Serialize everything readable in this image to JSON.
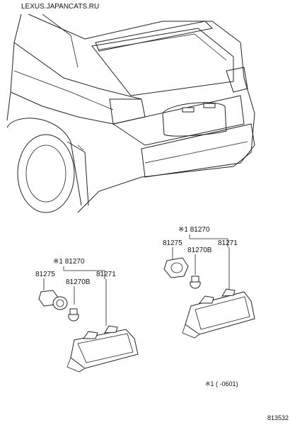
{
  "header": {
    "watermark": "LEXUS.JAPANCATS.RU"
  },
  "groups": [
    {
      "set_label": "※1 81270",
      "parts": {
        "socket": "81275",
        "bulb": "81270B",
        "lens": "81271"
      }
    },
    {
      "set_label": "※1 81270",
      "parts": {
        "socket": "81275",
        "bulb": "81270B",
        "lens": "81271"
      }
    }
  ],
  "footnote": {
    "text": "※1 (      -0601)"
  },
  "diagram_id": "813532"
}
